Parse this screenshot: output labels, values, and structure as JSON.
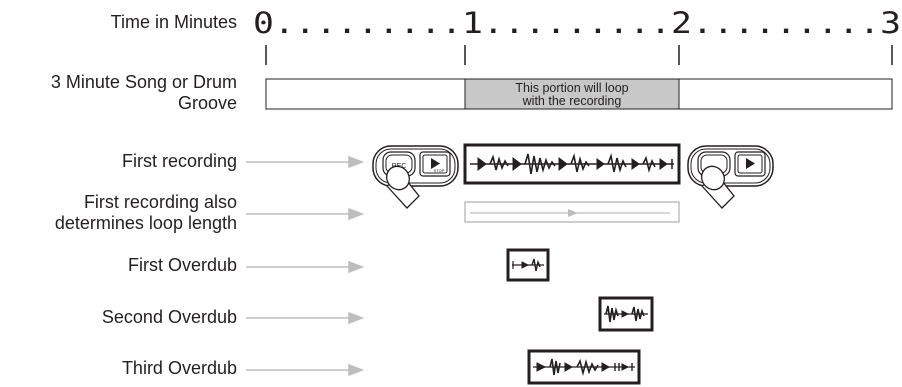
{
  "labels": {
    "time_axis": "Time in Minutes",
    "song_line1": "3 Minute Song or Drum",
    "song_line2": "Groove",
    "first_recording": "First recording",
    "loop_length_line1": "First recording also",
    "loop_length_line2": "determines loop length",
    "first_overdub": "First Overdub",
    "second_overdub": "Second Overdub",
    "third_overdub": "Third Overdub"
  },
  "timeline": {
    "text": "0.........1.........2.........3"
  },
  "loop_note": {
    "line1": "This portion will loop",
    "line2": "with the recording"
  },
  "pedal": {
    "rec_label": "REC",
    "play_label": "STOP"
  },
  "colors": {
    "ink": "#231f20",
    "loop_fill": "#c8c8c8",
    "arrow_gray": "#bdbdbd"
  }
}
